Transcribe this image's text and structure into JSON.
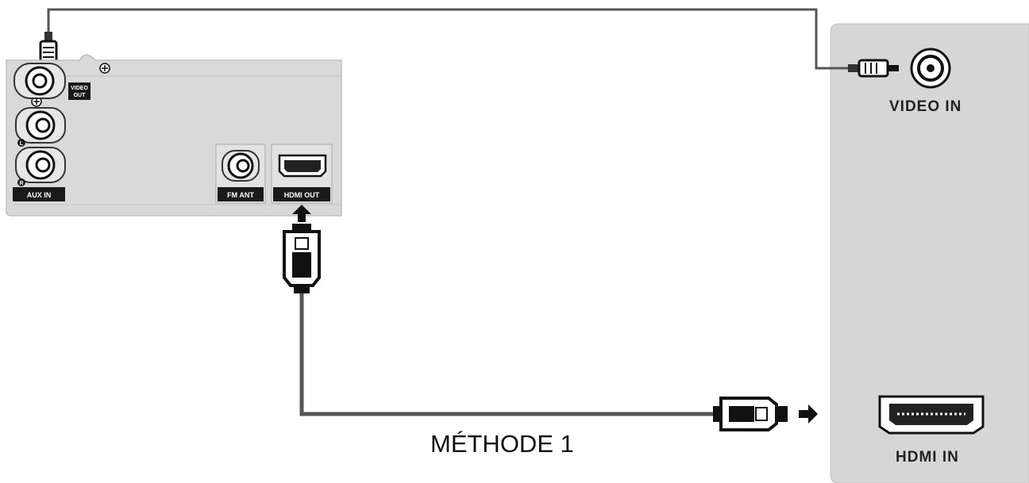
{
  "player": {
    "ports": {
      "video_out": "VIDEO OUT",
      "video_out_line1": "VIDEO",
      "video_out_line2": "OUT",
      "aux_in": "AUX IN",
      "aux_l": "L",
      "aux_r": "R",
      "fm_ant": "FM ANT",
      "hdmi_out": "HDMI OUT"
    }
  },
  "tv": {
    "ports": {
      "video_in": "VIDEO IN",
      "hdmi_in": "HDMI IN"
    }
  },
  "caption": "MÉTHODE 1",
  "colors": {
    "panel": "#d9d9d9",
    "tv_panel": "#d6d6d6",
    "cable": "#555555",
    "label_bg": "#1a1a1a"
  }
}
